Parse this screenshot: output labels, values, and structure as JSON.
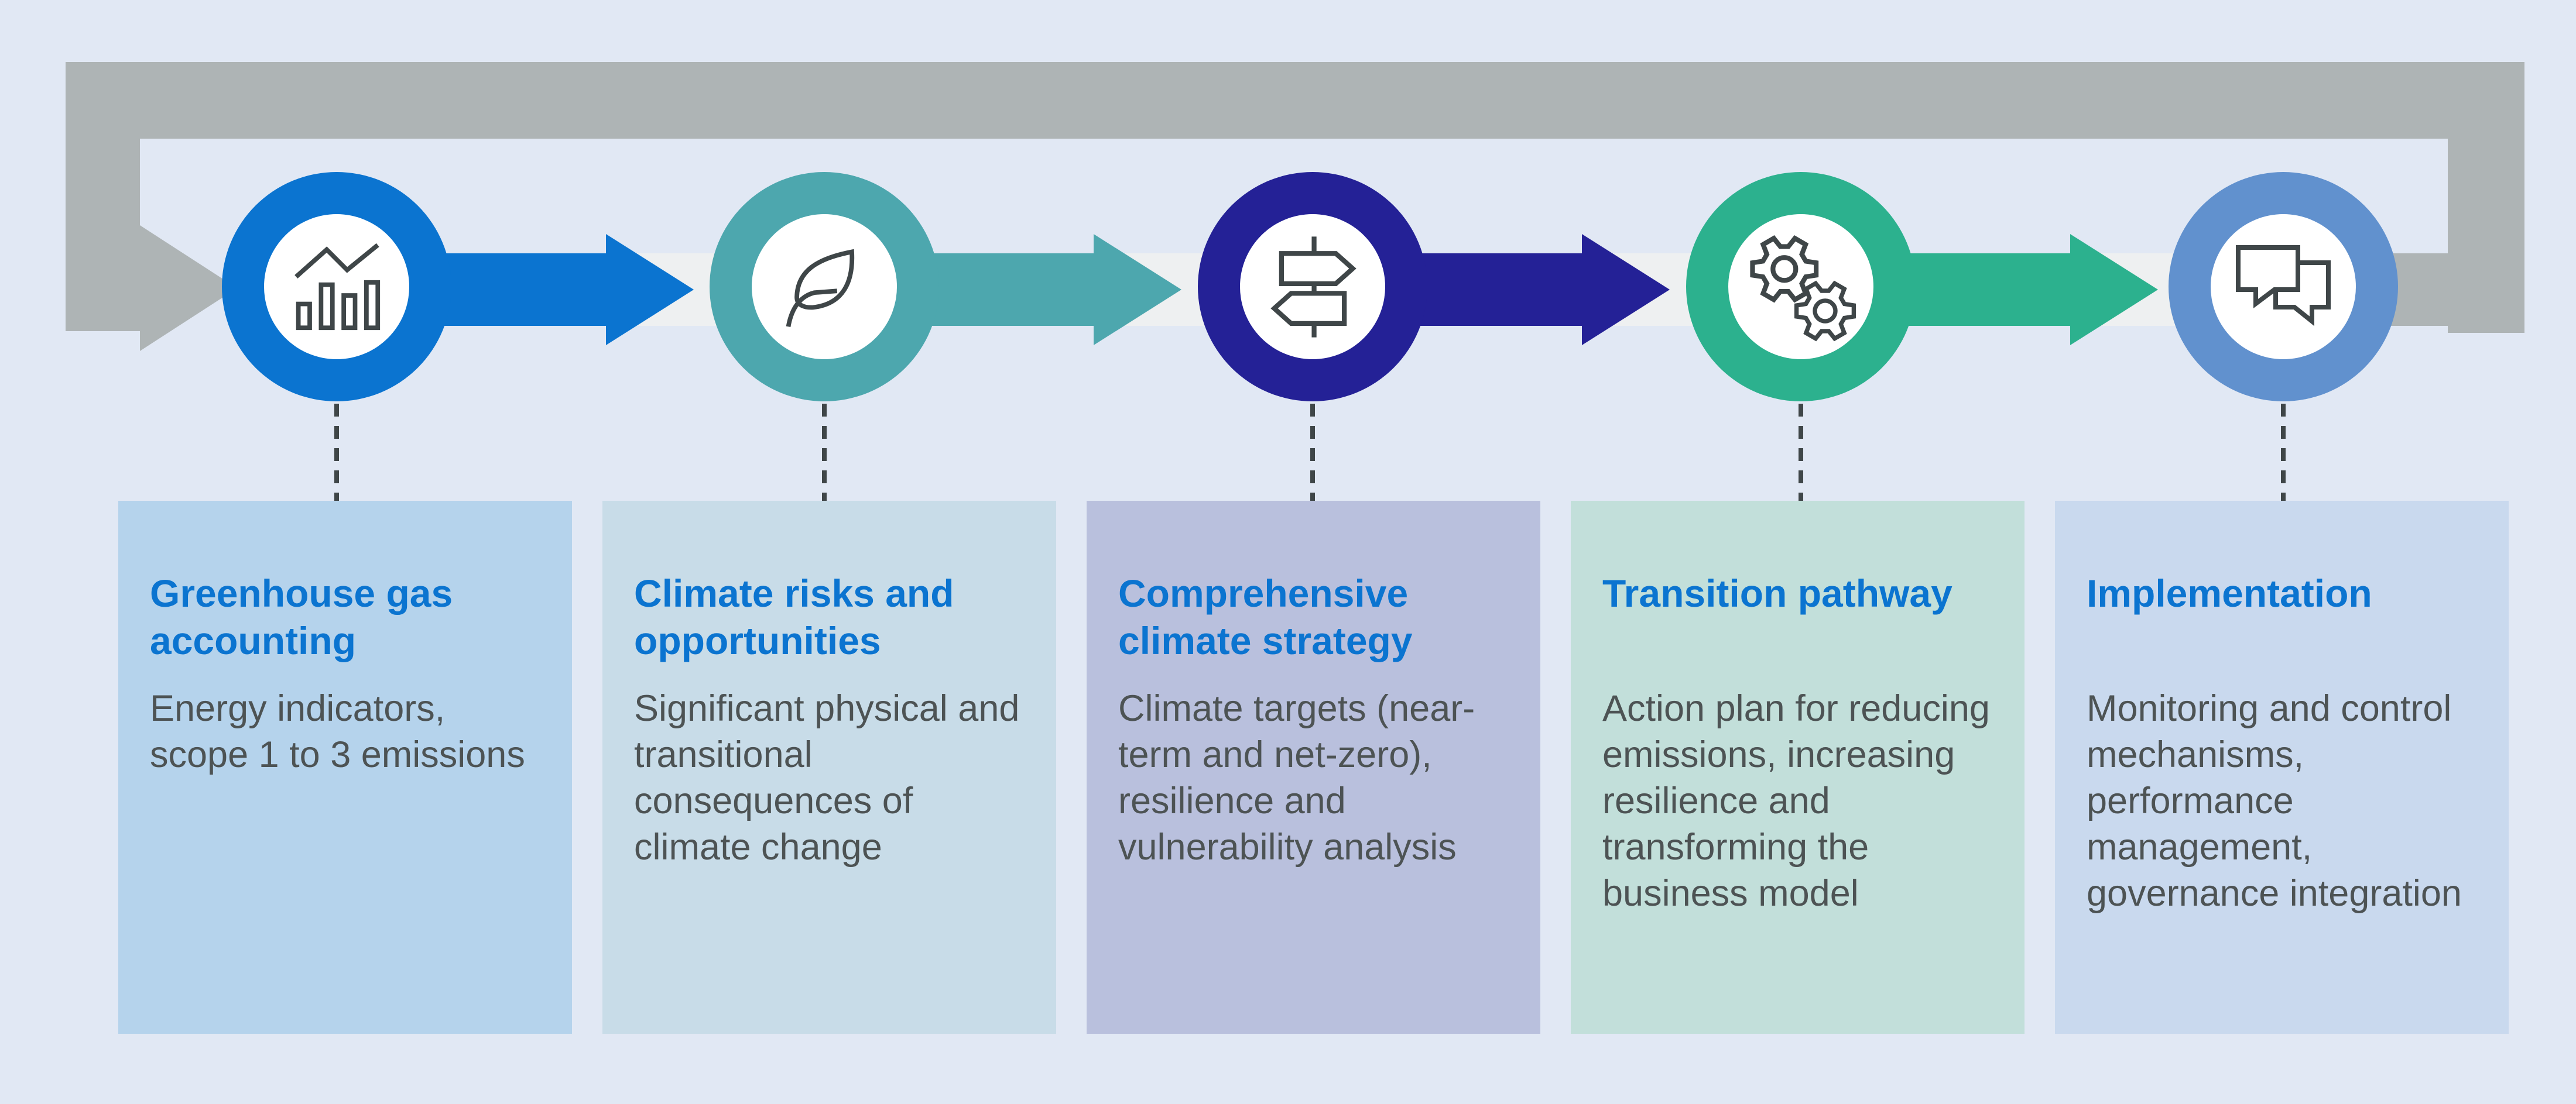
{
  "colors": {
    "bg": "#e1e8f4",
    "loop": "#aeb4b5",
    "track": "#eef0f1",
    "ink": "#3f4648",
    "title_blue": "#0b74d0",
    "body_text": "#4d5354"
  },
  "steps": [
    {
      "title": "Greenhouse gas accounting",
      "body": "Energy indicators, scope 1 to 3 emissions",
      "icon": "bar-chart-trend-icon",
      "circle_color": "#0b74d0",
      "card_color": "#b5d3ec"
    },
    {
      "title": "Climate risks and opportunities",
      "body": "Significant physical and transitional consequences of climate change",
      "icon": "leaf-icon",
      "circle_color": "#4da7ae",
      "card_color": "#c8dce8"
    },
    {
      "title": "Comprehensive climate strategy",
      "body": "Climate targets (near-term and net-zero), resilience and vulnerability analysis",
      "icon": "signpost-icon",
      "circle_color": "#242196",
      "card_color": "#b9c0dd"
    },
    {
      "title": "Transition pathway",
      "body": "Action plan for reducing emissions, increasing resilience and transforming the business model",
      "icon": "gears-icon",
      "circle_color": "#2cb18e",
      "card_color": "#c2dfda"
    },
    {
      "title": "Implementation",
      "body": "Monitoring and control mechanisms, performance management, governance integration",
      "icon": "chat-bubbles-icon",
      "circle_color": "#6191ce",
      "card_color": "#c9d9ee"
    }
  ]
}
